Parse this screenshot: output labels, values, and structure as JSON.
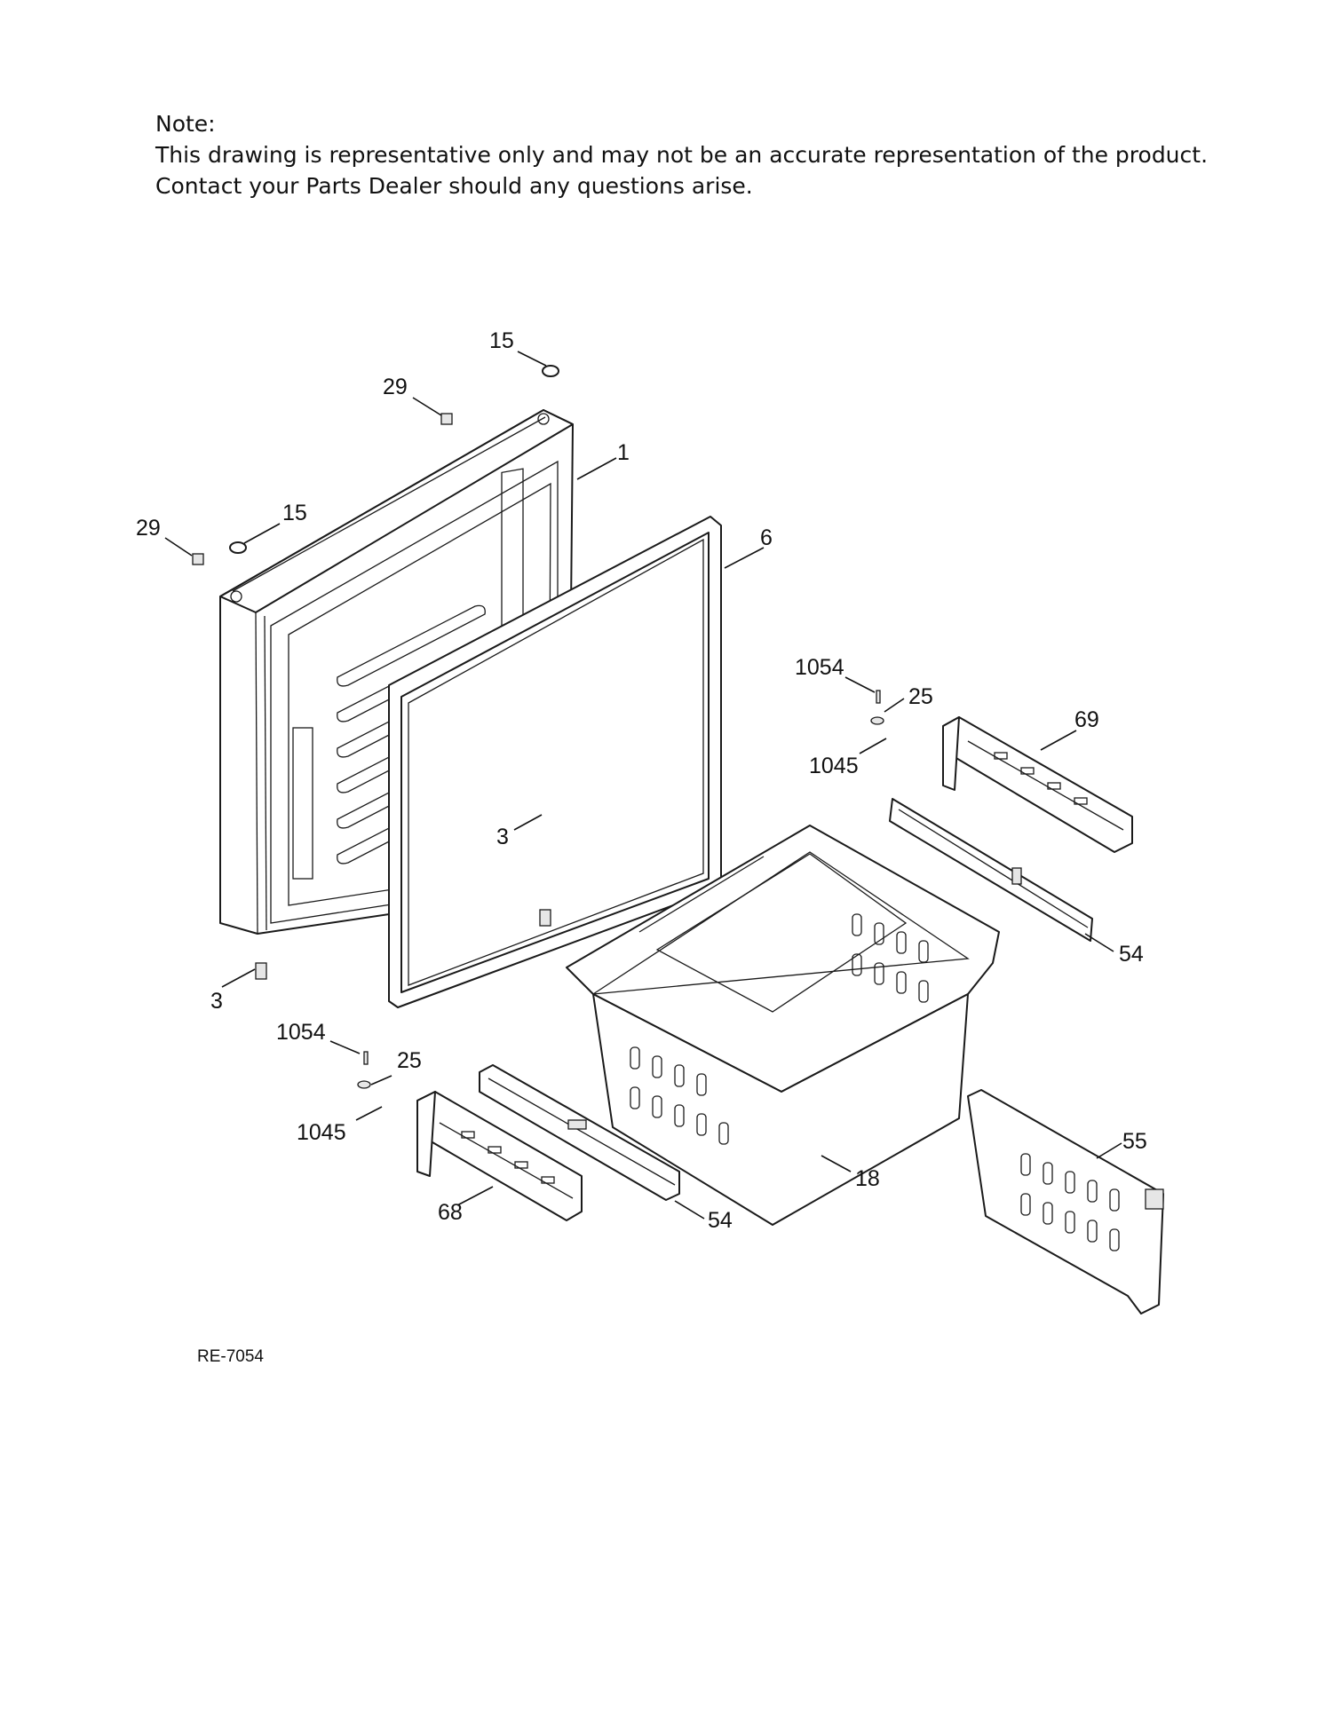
{
  "note": {
    "heading": "Note:",
    "line1": "This drawing is representative only and may not be an accurate representation of the product.",
    "line2": "Contact your Parts Dealer should any questions arise."
  },
  "callouts": {
    "c15_top": "15",
    "c29_top": "29",
    "c1": "1",
    "c15_left": "15",
    "c29_left": "29",
    "c6": "6",
    "c1054_right": "1054",
    "c25_right": "25",
    "c69": "69",
    "c1045_right": "1045",
    "c3_mid": "3",
    "c54_right": "54",
    "c3_left": "3",
    "c1054_left": "1054",
    "c25_left": "25",
    "c1045_left": "1045",
    "c68": "68",
    "c54_left": "54",
    "c18": "18",
    "c55": "55"
  },
  "reference": "RE-7054"
}
